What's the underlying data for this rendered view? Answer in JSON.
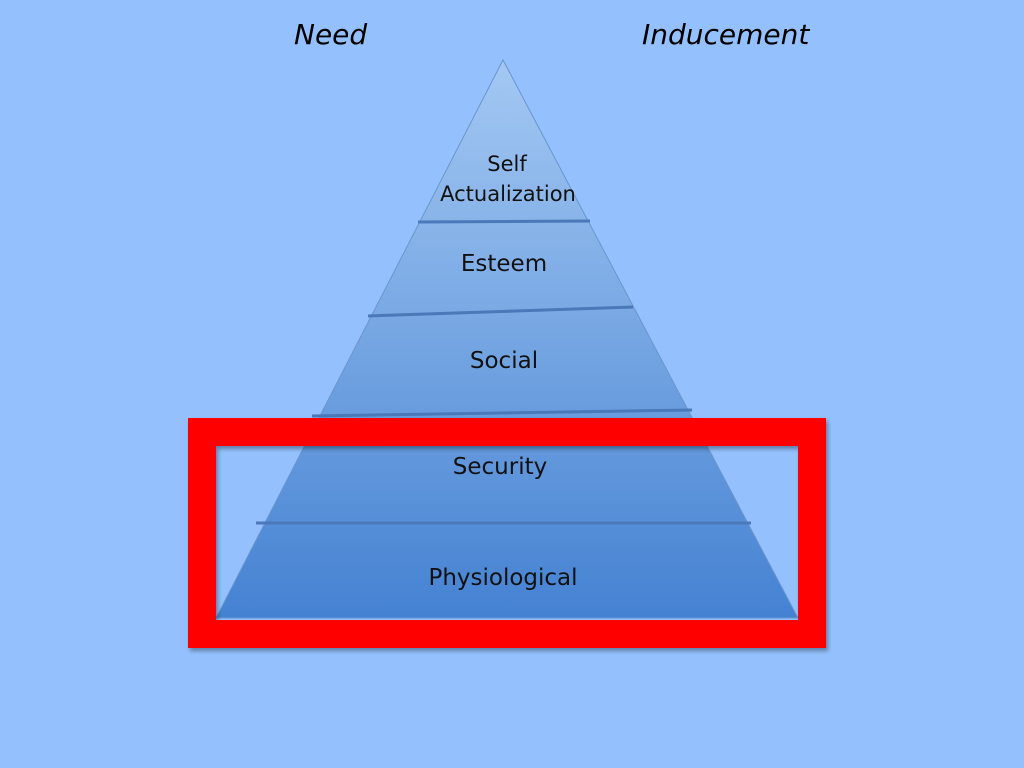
{
  "headings": {
    "need": "Need",
    "inducement": "Inducement"
  },
  "pyramid": {
    "layers": [
      {
        "id": "self-actualization",
        "lines": [
          "Self",
          "Actualization"
        ]
      },
      {
        "id": "esteem",
        "lines": [
          "Esteem"
        ]
      },
      {
        "id": "social",
        "lines": [
          "Social"
        ]
      },
      {
        "id": "security",
        "lines": [
          "Security"
        ]
      },
      {
        "id": "physiological",
        "lines": [
          "Physiological"
        ]
      }
    ]
  },
  "highlight": {
    "color": "#ff0000",
    "covers": [
      "security",
      "physiological"
    ]
  },
  "colors": {
    "background": "#94c1fd",
    "pyramid_top": "#9cc2f0",
    "pyramid_bottom": "#4582d2",
    "divider": "#4a78b8",
    "highlight": "#ff0000"
  }
}
